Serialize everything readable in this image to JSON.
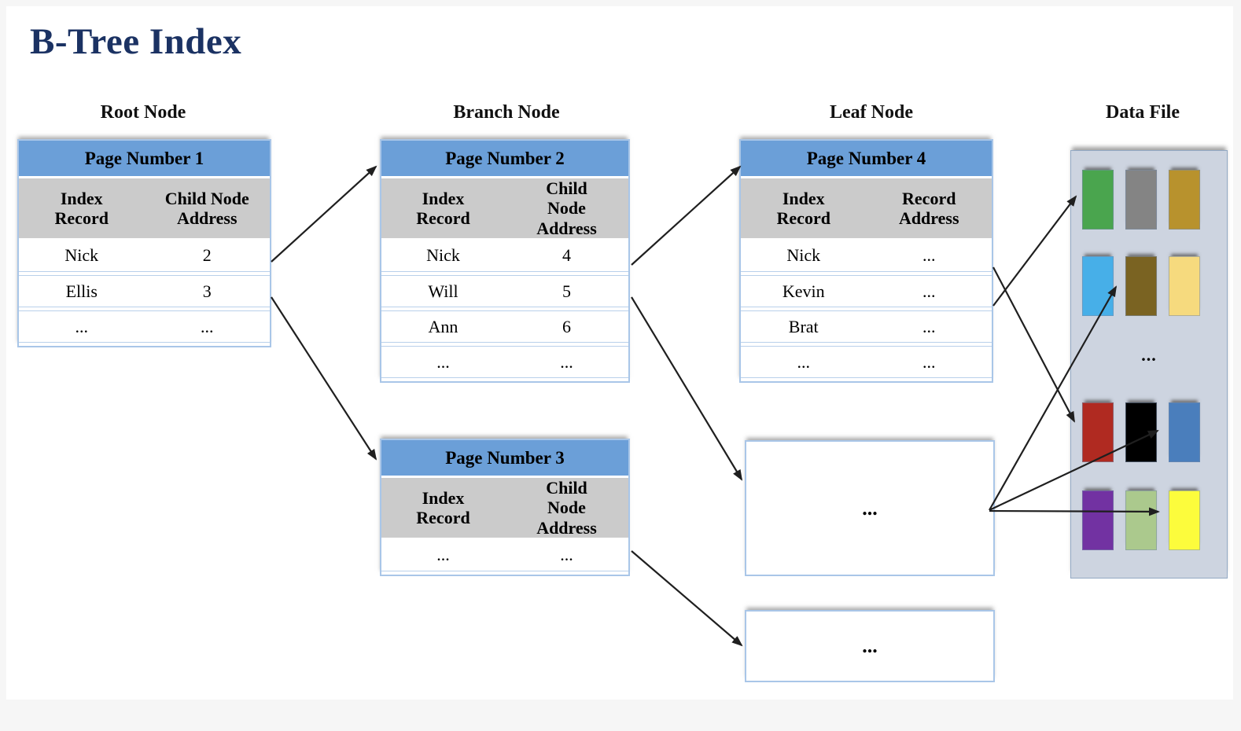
{
  "title": "B-Tree Index",
  "section_labels": {
    "root": "Root Node",
    "branch": "Branch Node",
    "leaf": "Leaf Node",
    "data_file": "Data File"
  },
  "tables": {
    "page1": {
      "title": "Page Number 1",
      "col1": "Index Record",
      "col2": "Child Node Address",
      "rows": [
        [
          "Nick",
          "2"
        ],
        [
          "Ellis",
          "3"
        ],
        [
          "...",
          "..."
        ]
      ]
    },
    "page2": {
      "title": "Page Number 2",
      "col1": "Index Record",
      "col2": "Child Node Address",
      "rows": [
        [
          "Nick",
          "4"
        ],
        [
          "Will",
          "5"
        ],
        [
          "Ann",
          "6"
        ],
        [
          "...",
          "..."
        ]
      ]
    },
    "page3": {
      "title": "Page Number 3",
      "col1": "Index Record",
      "col2": "Child Node Address",
      "rows": [
        [
          "...",
          "..."
        ]
      ]
    },
    "page4": {
      "title": "Page Number 4",
      "col1": "Index Record",
      "col2": "Record Address",
      "rows": [
        [
          "Nick",
          "..."
        ],
        [
          "Kevin",
          "..."
        ],
        [
          "Brat",
          "..."
        ],
        [
          "...",
          "..."
        ]
      ]
    }
  },
  "leaf_boxes": {
    "box1": "...",
    "box2": "..."
  },
  "data_file": {
    "ellipsis": "...",
    "block_colors": [
      [
        "#4aa54e",
        "#848484",
        "#b8922d"
      ],
      [
        "#47afe8",
        "#7a6322",
        "#f6da7e"
      ],
      [
        "#b02a21",
        "#000000",
        "#4a7ebc"
      ],
      [
        "#7232a2",
        "#abc98d",
        "#fcfc3c"
      ]
    ]
  },
  "colors": {
    "title_navy": "#1b3263",
    "header_blue": "#6b9fd8",
    "colheader_gray": "#cbcbcb",
    "table_border": "#a9c6e8",
    "panel_bg": "#cdd4e0",
    "arrow": "#1f1f1f"
  }
}
